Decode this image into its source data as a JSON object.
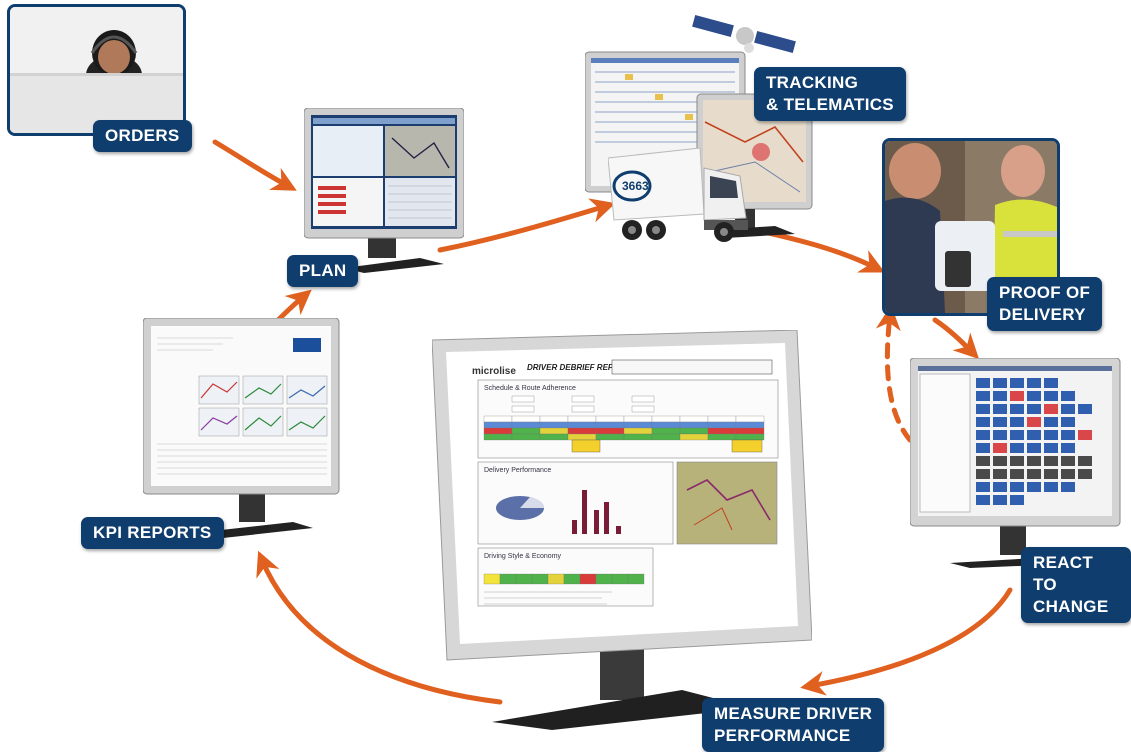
{
  "stages": {
    "orders": "ORDERS",
    "plan": "PLAN",
    "tracking": "TRACKING\n& TELEMATICS",
    "proof_of_delivery": "PROOF OF\nDELIVERY",
    "react_to_change": "REACT TO\nCHANGE",
    "measure_driver_performance": "MEASURE DRIVER\nPERFORMANCE",
    "kpi_reports": "KPI REPORTS"
  },
  "center_report": {
    "logo": "microlise",
    "title": "DRIVER DEBRIEF REPORT",
    "sections": {
      "schedule": "Schedule & Route Adherence",
      "delivery": "Delivery Performance",
      "driving": "Driving Style & Economy"
    }
  },
  "truck_number": "3663",
  "colors": {
    "label_bg": "#0f3e6e",
    "arrow": "#e0601f",
    "grid_blue": "#2f5fae",
    "grid_red": "#d9474a",
    "grid_gray": "#4a4a4a"
  }
}
